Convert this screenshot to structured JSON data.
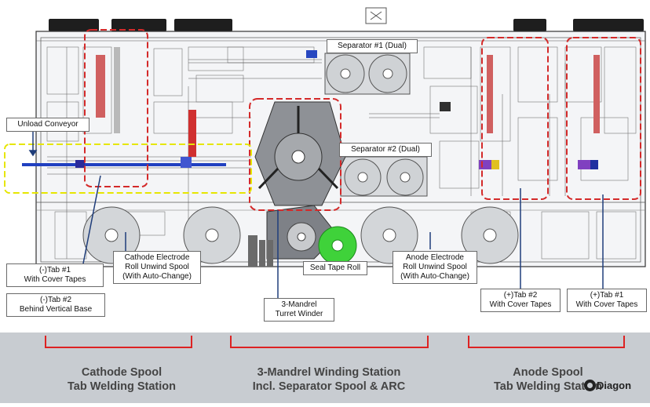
{
  "callouts": {
    "separator1": "Separator #1 (Dual)",
    "separator2": "Separator #2 (Dual)",
    "unload_conveyor": "Unload Conveyor",
    "neg_tab1": [
      "(-)Tab #1",
      "With Cover Tapes"
    ],
    "neg_tab2": [
      "(-)Tab #2",
      "Behind Vertical Base"
    ],
    "cathode_roll": [
      "Cathode Electrode",
      "Roll Unwind Spool",
      "(With Auto-Change)"
    ],
    "seal_tape": "Seal Tape Roll",
    "anode_roll": [
      "Anode Electrode",
      "Roll Unwind Spool",
      "(With Auto-Change)"
    ],
    "winder": [
      "3-Mandrel",
      "Turret Winder"
    ],
    "pos_tab2": [
      "(+)Tab #2",
      "With Cover Tapes"
    ],
    "pos_tab1": [
      "(+)Tab #1",
      "With Cover Tapes"
    ]
  },
  "stations": {
    "cathode": [
      "Cathode Spool",
      "Tab Welding Station"
    ],
    "winding": [
      "3-Mandrel Winding Station",
      "Incl. Separator Spool & ARC"
    ],
    "anode": [
      "Anode Spool",
      "Tab Welding Station"
    ]
  },
  "logo": "Diagon",
  "colors": {
    "highlight_red": "#d42a2a",
    "highlight_yellow": "#e6e600",
    "bracket_red": "#dd2222",
    "footer_band": "#c8ccd1",
    "seal_tape_green": "#3fd23a"
  }
}
